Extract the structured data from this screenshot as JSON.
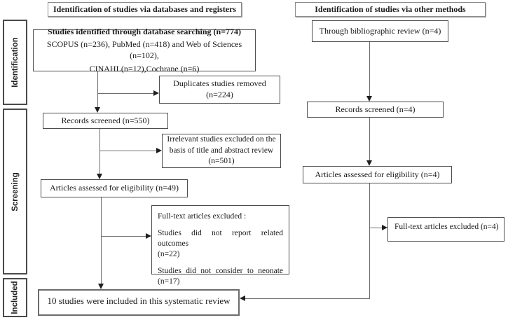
{
  "headers": {
    "databases": "Identification of studies via databases and registers",
    "other_methods": "Identification of studies via other methods"
  },
  "stages": {
    "identification": "Identification",
    "screening": "Screening",
    "included": "Included"
  },
  "database_track": {
    "identified": {
      "title": "Studies identified through database searching (n=774)",
      "sources_line1": "SCOPUS (n=236), PubMed (n=418) and Web of Sciences (n=102),",
      "sources_line2": "CINAHL(n=12),Cochrane (n=6)"
    },
    "duplicates_removed": {
      "line1": "Duplicates studies removed",
      "line2": "(n=224)"
    },
    "records_screened": "Records screened (n=550)",
    "irrelevant_excluded": {
      "line1": "Irrelevant studies excluded on the",
      "line2": "basis of title and abstract review",
      "line3": "(n=501)"
    },
    "articles_assessed": "Articles assessed for eligibility (n=49)",
    "fulltext_excluded": {
      "title": "Full-text articles excluded :",
      "reason1_line1": "Studies did not report related outcomes",
      "reason1_line2": "(n=22)",
      "reason2_line1": "Studies did not consider to neonate",
      "reason2_line2": "(n=17)"
    },
    "included_result": "10 studies were included in this systematic review"
  },
  "other_track": {
    "bibliographic_review": "Through bibliographic review (n=4)",
    "records_screened": "Records screened (n=4)",
    "articles_assessed": "Articles assessed for eligibility (n=4)",
    "fulltext_excluded": "Full-text articles excluded (n=4)"
  },
  "colors": {
    "background": "#ffffff",
    "box_border": "#4d4d4d",
    "header_border": "#8c8c8c",
    "connector_line": "#6e6e6e",
    "arrowhead": "#1f1f1f",
    "text": "#1a1a1a"
  }
}
